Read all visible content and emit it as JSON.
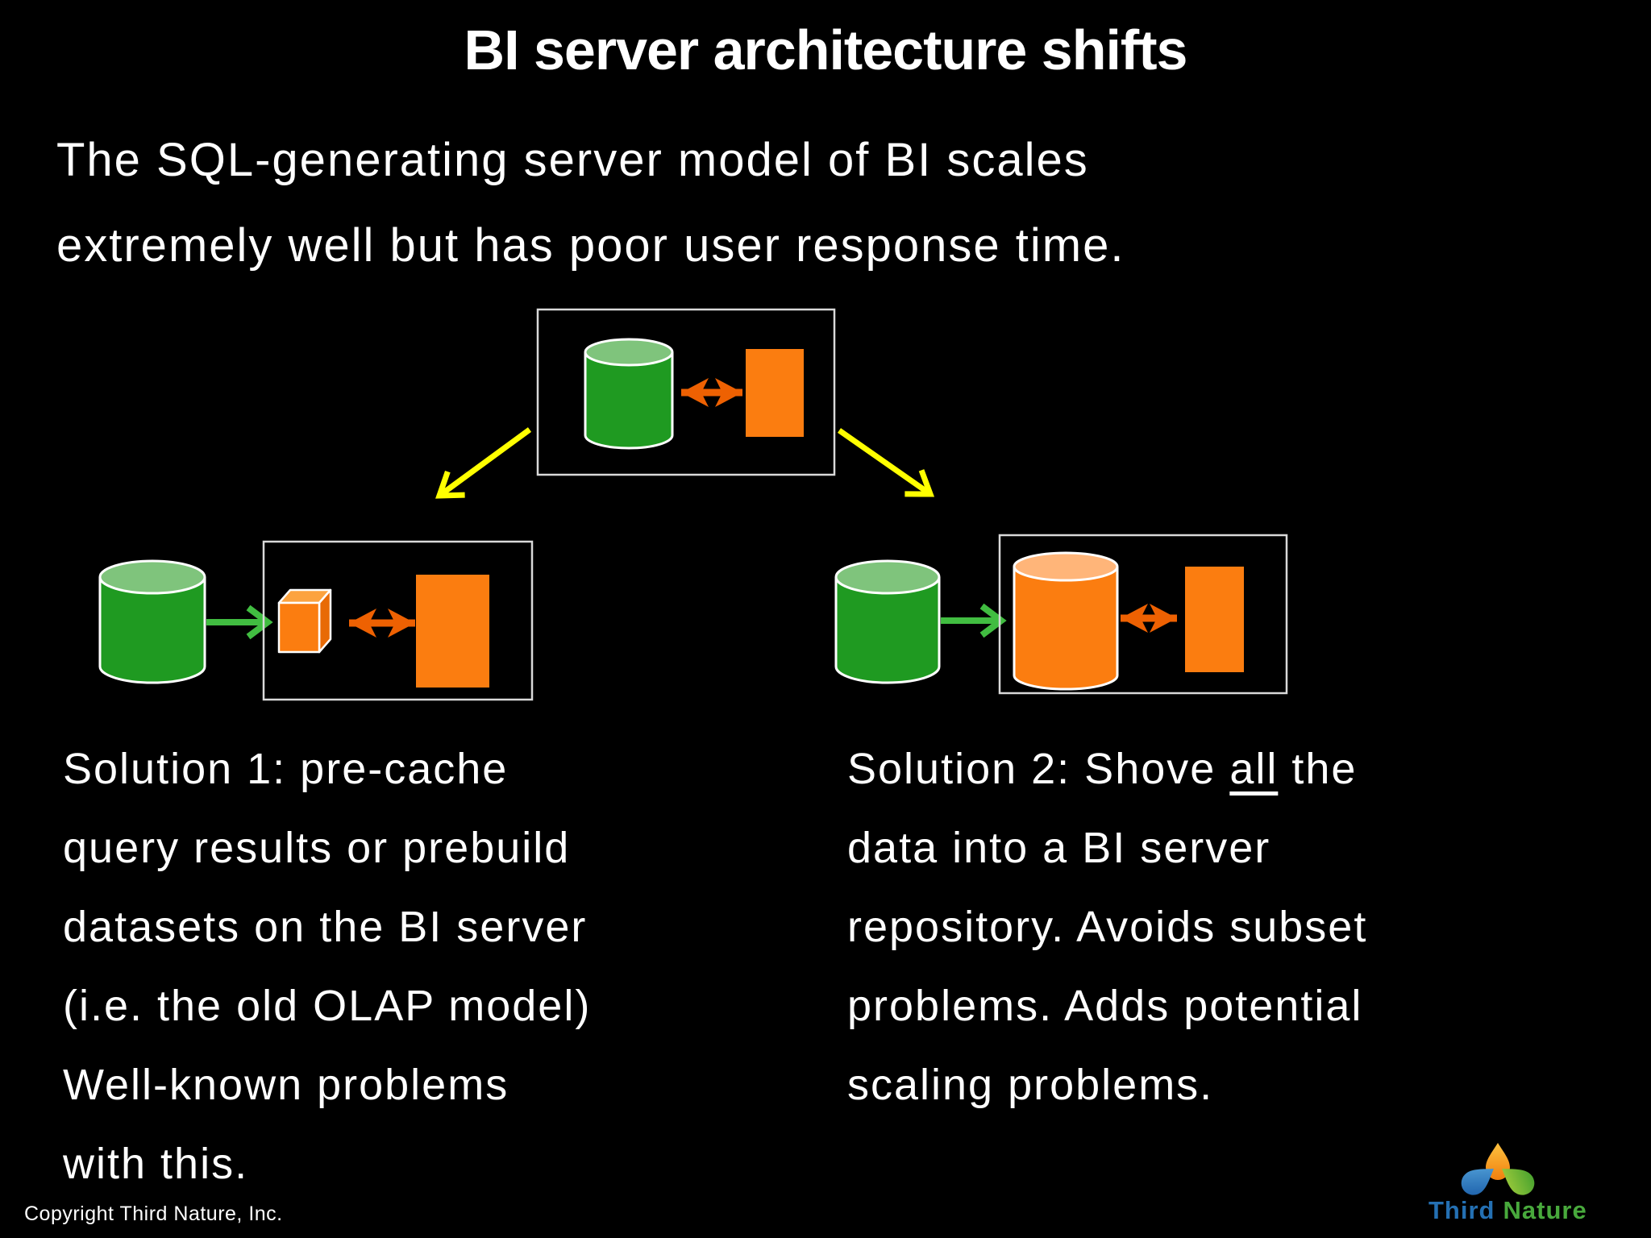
{
  "title": "BI server architecture shifts",
  "intro": {
    "lines": [
      "The SQL-generating server model of BI scales",
      "extremely well but has poor user response time."
    ]
  },
  "solution1": {
    "lines": [
      "Solution 1: pre-cache",
      "query results or prebuild",
      "datasets on the BI server",
      "(i.e. the old OLAP model)",
      "Well-known problems",
      "with this."
    ]
  },
  "solution2": {
    "line1_prefix": "Solution 2: Shove ",
    "line1_underlined": "all",
    "line1_suffix": " the",
    "lines": [
      "data into a BI server",
      "repository. Avoids subset",
      "problems. Adds potential",
      "scaling problems."
    ]
  },
  "footer": {
    "copyright": "Copyright Third Nature, Inc."
  },
  "logo": {
    "word1": "Third",
    "word2": "Nature"
  },
  "icons": [
    "source-database-cylinder-icon",
    "olap-cube-icon",
    "repository-cylinder-icon",
    "bi-client-icon",
    "query-double-arrow-icon",
    "load-arrow-icon",
    "solution-branch-arrow-icon",
    "third-nature-logo-icon"
  ],
  "colors": {
    "background": "#000000",
    "text_white": "#ffffff",
    "box_border": "#d9d9d9",
    "green_db": "#1f9a21",
    "green_db_top": "#7fc47c",
    "orange": "#fb7d10",
    "orange_cyl_top": "#ffb579",
    "orange_cube_top": "#fca33f",
    "orange_cube_side": "#e86a06",
    "orange_arrow": "#ee6102",
    "green_arrow": "#41bd41",
    "yellow": "#ffff00",
    "logo_blue": "#2470b3",
    "logo_green": "#48a93c",
    "logo_orange": "#f68b1f"
  }
}
